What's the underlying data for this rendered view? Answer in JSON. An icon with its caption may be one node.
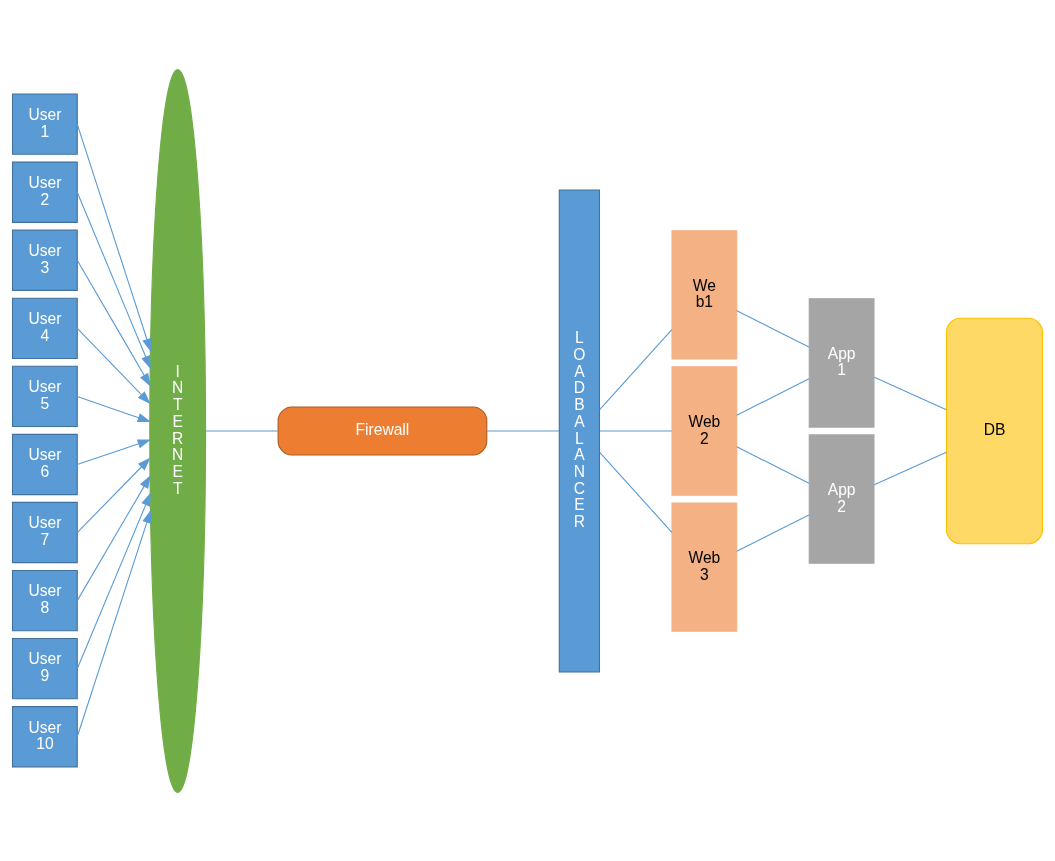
{
  "diagram": {
    "nodes": [
      {
        "text": [
          "User 1"
        ]
      },
      {
        "text": [
          "User 2"
        ]
      },
      {
        "text": [
          "User 3"
        ]
      },
      {
        "text": [
          "User 4"
        ]
      },
      {
        "text": [
          "User 5"
        ]
      },
      {
        "text": [
          "User 6"
        ]
      },
      {
        "text": [
          "User 7"
        ]
      },
      {
        "text": [
          "User 8"
        ]
      },
      {
        "text": [
          "User 9"
        ]
      },
      {
        "text": [
          "User 10"
        ]
      },
      {
        "text": [
          "I N T E R N E T"
        ]
      },
      {
        "text": [
          "Firewall"
        ]
      },
      {
        "text": [
          "L O A D B A L A N C E R"
        ]
      },
      {
        "text": [
          "We b1"
        ]
      },
      {
        "text": [
          "Web 2"
        ]
      },
      {
        "text": [
          "Web 3"
        ]
      },
      {
        "text": [
          "App 1"
        ]
      },
      {
        "text": [
          "App 2"
        ]
      },
      {
        "text": [
          "DB"
        ]
      }
    ],
    "edges": [
      {
        "from": 0,
        "to": 10,
        "arrow": "to"
      },
      {
        "from": 1,
        "to": 10,
        "arrow": "to"
      },
      {
        "from": 2,
        "to": 10,
        "arrow": "to"
      },
      {
        "from": 3,
        "to": 10,
        "arrow": "to"
      },
      {
        "from": 4,
        "to": 10,
        "arrow": "to"
      },
      {
        "from": 5,
        "to": 10,
        "arrow": "to"
      },
      {
        "from": 6,
        "to": 10,
        "arrow": "to"
      },
      {
        "from": 7,
        "to": 10,
        "arrow": "to"
      },
      {
        "from": 8,
        "to": 10,
        "arrow": "to"
      },
      {
        "from": 9,
        "to": 10,
        "arrow": "to"
      },
      {
        "from": 10,
        "to": 11,
        "arrow": "none"
      },
      {
        "from": 11,
        "to": 12,
        "arrow": "none"
      },
      {
        "from": 12,
        "to": 13,
        "arrow": "none"
      },
      {
        "from": 12,
        "to": 14,
        "arrow": "none"
      },
      {
        "from": 12,
        "to": 15,
        "arrow": "none"
      },
      {
        "from": 13,
        "to": 16,
        "arrow": "none"
      },
      {
        "from": 14,
        "to": 16,
        "arrow": "none"
      },
      {
        "from": 14,
        "to": 17,
        "arrow": "none"
      },
      {
        "from": 15,
        "to": 17,
        "arrow": "none"
      },
      {
        "from": 16,
        "to": 18,
        "arrow": "none"
      },
      {
        "from": 17,
        "to": 18,
        "arrow": "none"
      }
    ]
  }
}
